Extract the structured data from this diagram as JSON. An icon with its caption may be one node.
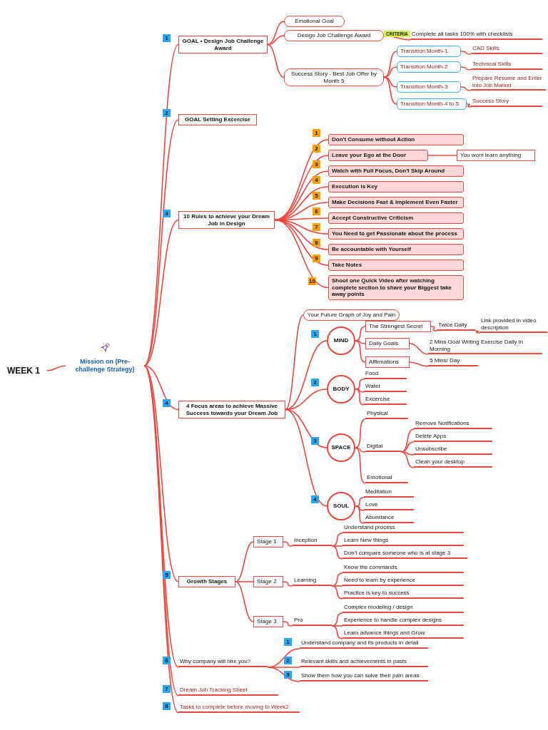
{
  "diagram": {
    "nodes": [
      {
        "text": [
          "WEEK 1"
        ]
      },
      {
        "text": [
          "Mission on (Pre-challenge Strategy)"
        ]
      },
      {
        "text": [
          "GOAL • Design Job Challenge Award"
        ],
        "beside": [
          "1"
        ]
      },
      {
        "text": [
          "Emotional Goal"
        ]
      },
      {
        "text": [
          "Design Job Challenge Award"
        ]
      },
      {
        "text": [
          "Complete all tasks 100% with checklists"
        ]
      },
      {
        "text": [
          "Success Story - Best Job Offer by Month 5"
        ]
      },
      {
        "text": [
          "Transition Month-1"
        ]
      },
      {
        "text": [
          "CAD Skills"
        ]
      },
      {
        "text": [
          "Transition Month-2"
        ]
      },
      {
        "text": [
          "Technical Skills"
        ]
      },
      {
        "text": [
          "Transition Month-3"
        ]
      },
      {
        "text": [
          "Prepare Resume and Enter into Job Market"
        ]
      },
      {
        "text": [
          "Transition Month-4 to 5"
        ]
      },
      {
        "text": [
          "Success Story"
        ]
      },
      {
        "text": [
          "GOAL Setting Excercise"
        ],
        "beside": [
          "2"
        ]
      },
      {
        "text": [
          "10 Rules to achieve your Dream Job in Design"
        ],
        "beside": [
          "3"
        ]
      },
      {
        "text": [
          "Don't Consume without Action"
        ],
        "beside": [
          "1"
        ]
      },
      {
        "text": [
          "Leave your Ego at the Door"
        ],
        "beside": [
          "2"
        ]
      },
      {
        "text": [
          "You wont learn anything"
        ]
      },
      {
        "text": [
          "Watch with Full Focus, Don't Skip Around"
        ],
        "beside": [
          "3"
        ]
      },
      {
        "text": [
          "Execution is Key"
        ],
        "beside": [
          "4"
        ]
      },
      {
        "text": [
          "Make Decisions Fast & Implement Even Faster"
        ],
        "beside": [
          "5"
        ]
      },
      {
        "text": [
          "Accept Constructive Criticism"
        ],
        "beside": [
          "6"
        ]
      },
      {
        "text": [
          "You Need to get Passionate about the process"
        ],
        "beside": [
          "7"
        ]
      },
      {
        "text": [
          "Be accountable with Yourself"
        ],
        "beside": [
          "8"
        ]
      },
      {
        "text": [
          "Take Notes"
        ],
        "beside": [
          "9"
        ]
      },
      {
        "text": [
          "Shoot one Quick Video after watching complete section to share your Biggest take away points"
        ],
        "beside": [
          "10"
        ]
      },
      {
        "text": [
          "4 Focus areas to achieve Massive Success towards your Dream Job"
        ],
        "beside": [
          "4"
        ]
      },
      {
        "text": [
          "Your Future Graph of Joy and Pain"
        ]
      },
      {
        "text": [
          "MIND"
        ],
        "beside": [
          "1"
        ]
      },
      {
        "text": [
          "The Strengest Secret"
        ]
      },
      {
        "text": [
          "Twice Daily"
        ]
      },
      {
        "text": [
          "Link provided in video description"
        ]
      },
      {
        "text": [
          "Daily Goals"
        ]
      },
      {
        "text": [
          "2 Mins Goal Writing Exercise Daily in Morning"
        ]
      },
      {
        "text": [
          "Affirmations"
        ]
      },
      {
        "text": [
          "5 Mins/ Day"
        ]
      },
      {
        "text": [
          "BODY"
        ],
        "beside": [
          "2"
        ]
      },
      {
        "text": [
          "Food"
        ]
      },
      {
        "text": [
          "Water"
        ]
      },
      {
        "text": [
          "Excercise"
        ]
      },
      {
        "text": [
          "SPACE"
        ],
        "beside": [
          "3"
        ]
      },
      {
        "text": [
          "Physical"
        ]
      },
      {
        "text": [
          "Digital"
        ]
      },
      {
        "text": [
          "Remove Notifications"
        ]
      },
      {
        "text": [
          "Delete Apps"
        ]
      },
      {
        "text": [
          "Unsubscribe"
        ]
      },
      {
        "text": [
          "Clean your desktop"
        ]
      },
      {
        "text": [
          "Emotional"
        ]
      },
      {
        "text": [
          "SOUL"
        ],
        "beside": [
          "4"
        ]
      },
      {
        "text": [
          "Meditation"
        ]
      },
      {
        "text": [
          "Love"
        ]
      },
      {
        "text": [
          "Abundance"
        ]
      },
      {
        "text": [
          "Growth Stages"
        ],
        "beside": [
          "5"
        ]
      },
      {
        "text": [
          "Stage 1"
        ]
      },
      {
        "text": [
          "Inception"
        ]
      },
      {
        "text": [
          "Understand process"
        ]
      },
      {
        "text": [
          "Learn New things"
        ]
      },
      {
        "text": [
          "Don't compare someone who is at stage 3"
        ]
      },
      {
        "text": [
          "Stage 2"
        ]
      },
      {
        "text": [
          "Learning"
        ]
      },
      {
        "text": [
          "Know the commands"
        ]
      },
      {
        "text": [
          "Need to learn by experience"
        ]
      },
      {
        "text": [
          "Practice is key to success"
        ]
      },
      {
        "text": [
          "Stage 3"
        ]
      },
      {
        "text": [
          "Pro"
        ]
      },
      {
        "text": [
          "Complex modeling / design"
        ]
      },
      {
        "text": [
          "Experience to handle complex designs"
        ]
      },
      {
        "text": [
          "Learn advance things and Grow"
        ]
      },
      {
        "text": [
          "Why company will hire you?"
        ],
        "beside": [
          "6"
        ]
      },
      {
        "text": [
          "Understand company and its products in detail"
        ],
        "beside": [
          "1"
        ]
      },
      {
        "text": [
          "Relevant skills and achievements in pasts"
        ],
        "beside": [
          "2"
        ]
      },
      {
        "text": [
          "Show them how you can solve their pain areas"
        ],
        "beside": [
          "3"
        ]
      },
      {
        "text": [
          "Dream Job Tracking Sheet"
        ],
        "beside": [
          "7"
        ]
      },
      {
        "text": [
          "Tasks to complete before moving to Week2"
        ],
        "beside": [
          "8"
        ]
      }
    ],
    "edges": [
      {
        "from": 0,
        "to": 1,
        "arrow": "none"
      },
      {
        "from": 1,
        "to": 2,
        "arrow": "none"
      },
      {
        "from": 2,
        "to": 3,
        "arrow": "none"
      },
      {
        "from": 2,
        "to": 4,
        "arrow": "none"
      },
      {
        "from": 4,
        "to": 5,
        "arrow": "none",
        "label": "CRITERIA"
      },
      {
        "from": 2,
        "to": 6,
        "arrow": "none"
      },
      {
        "from": 6,
        "to": 7,
        "arrow": "none"
      },
      {
        "from": 7,
        "to": 8,
        "arrow": "none"
      },
      {
        "from": 6,
        "to": 9,
        "arrow": "none"
      },
      {
        "from": 9,
        "to": 10,
        "arrow": "none"
      },
      {
        "from": 6,
        "to": 11,
        "arrow": "none"
      },
      {
        "from": 11,
        "to": 12,
        "arrow": "none"
      },
      {
        "from": 6,
        "to": 13,
        "arrow": "none"
      },
      {
        "from": 13,
        "to": 14,
        "arrow": "none"
      },
      {
        "from": 1,
        "to": 15,
        "arrow": "none"
      },
      {
        "from": 1,
        "to": 16,
        "arrow": "none"
      },
      {
        "from": 16,
        "to": 17,
        "arrow": "none"
      },
      {
        "from": 16,
        "to": 18,
        "arrow": "none"
      },
      {
        "from": 18,
        "to": 19,
        "arrow": "none"
      },
      {
        "from": 16,
        "to": 20,
        "arrow": "none"
      },
      {
        "from": 16,
        "to": 21,
        "arrow": "none"
      },
      {
        "from": 16,
        "to": 22,
        "arrow": "none"
      },
      {
        "from": 16,
        "to": 23,
        "arrow": "none"
      },
      {
        "from": 16,
        "to": 24,
        "arrow": "none"
      },
      {
        "from": 16,
        "to": 25,
        "arrow": "none"
      },
      {
        "from": 16,
        "to": 26,
        "arrow": "none"
      },
      {
        "from": 16,
        "to": 27,
        "arrow": "none"
      },
      {
        "from": 1,
        "to": 28,
        "arrow": "none"
      },
      {
        "from": 28,
        "to": 29,
        "arrow": "none"
      },
      {
        "from": 28,
        "to": 30,
        "arrow": "none"
      },
      {
        "from": 30,
        "to": 31,
        "arrow": "none"
      },
      {
        "from": 31,
        "to": 32,
        "arrow": "none"
      },
      {
        "from": 32,
        "to": 33,
        "arrow": "none"
      },
      {
        "from": 30,
        "to": 34,
        "arrow": "none"
      },
      {
        "from": 34,
        "to": 35,
        "arrow": "none"
      },
      {
        "from": 30,
        "to": 36,
        "arrow": "none"
      },
      {
        "from": 36,
        "to": 37,
        "arrow": "none"
      },
      {
        "from": 28,
        "to": 38,
        "arrow": "none"
      },
      {
        "from": 38,
        "to": 39,
        "arrow": "none"
      },
      {
        "from": 38,
        "to": 40,
        "arrow": "none"
      },
      {
        "from": 38,
        "to": 41,
        "arrow": "none"
      },
      {
        "from": 28,
        "to": 42,
        "arrow": "none"
      },
      {
        "from": 42,
        "to": 43,
        "arrow": "none"
      },
      {
        "from": 42,
        "to": 44,
        "arrow": "none"
      },
      {
        "from": 44,
        "to": 45,
        "arrow": "none"
      },
      {
        "from": 44,
        "to": 46,
        "arrow": "none"
      },
      {
        "from": 44,
        "to": 47,
        "arrow": "none"
      },
      {
        "from": 44,
        "to": 48,
        "arrow": "none"
      },
      {
        "from": 42,
        "to": 49,
        "arrow": "none"
      },
      {
        "from": 28,
        "to": 50,
        "arrow": "none"
      },
      {
        "from": 50,
        "to": 51,
        "arrow": "none"
      },
      {
        "from": 50,
        "to": 52,
        "arrow": "none"
      },
      {
        "from": 50,
        "to": 53,
        "arrow": "none"
      },
      {
        "from": 1,
        "to": 54,
        "arrow": "none"
      },
      {
        "from": 54,
        "to": 55,
        "arrow": "none"
      },
      {
        "from": 55,
        "to": 56,
        "arrow": "none"
      },
      {
        "from": 56,
        "to": 57,
        "arrow": "none"
      },
      {
        "from": 56,
        "to": 58,
        "arrow": "none"
      },
      {
        "from": 56,
        "to": 59,
        "arrow": "none"
      },
      {
        "from": 54,
        "to": 60,
        "arrow": "none"
      },
      {
        "from": 60,
        "to": 61,
        "arrow": "none"
      },
      {
        "from": 61,
        "to": 62,
        "arrow": "none"
      },
      {
        "from": 61,
        "to": 63,
        "arrow": "none"
      },
      {
        "from": 61,
        "to": 64,
        "arrow": "none"
      },
      {
        "from": 54,
        "to": 65,
        "arrow": "none"
      },
      {
        "from": 65,
        "to": 66,
        "arrow": "none"
      },
      {
        "from": 66,
        "to": 67,
        "arrow": "none"
      },
      {
        "from": 66,
        "to": 68,
        "arrow": "none"
      },
      {
        "from": 66,
        "to": 69,
        "arrow": "none"
      },
      {
        "from": 1,
        "to": 70,
        "arrow": "none"
      },
      {
        "from": 70,
        "to": 71,
        "arrow": "none"
      },
      {
        "from": 70,
        "to": 72,
        "arrow": "none"
      },
      {
        "from": 70,
        "to": 73,
        "arrow": "none"
      },
      {
        "from": 1,
        "to": 74,
        "arrow": "none"
      },
      {
        "from": 1,
        "to": 75,
        "arrow": "none"
      }
    ]
  }
}
